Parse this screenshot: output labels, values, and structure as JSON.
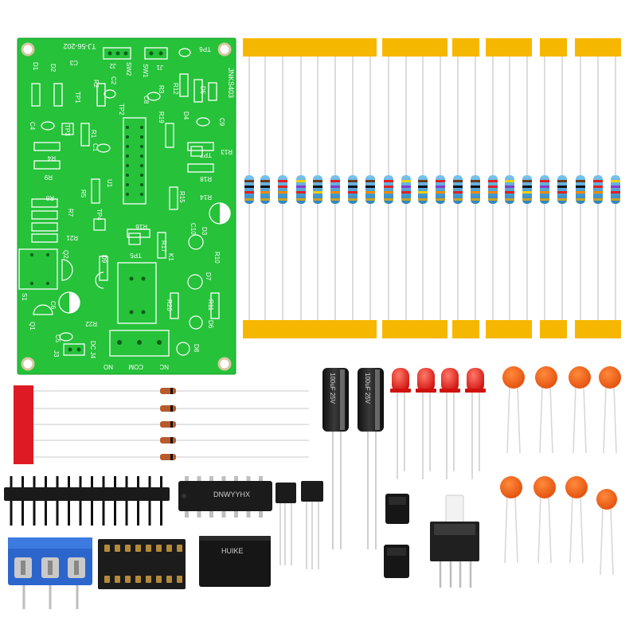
{
  "pcb": {
    "board_id": "TJ-56-202",
    "kit_code": "JNKS403",
    "labels": {
      "tp6": "TP6",
      "c3": "C3",
      "j2": "J2",
      "sw2": "SW2",
      "sw1": "SW1",
      "j1": "J1",
      "d1": "D1",
      "d2": "D2",
      "r2": "R2",
      "tp1": "TP1",
      "c2": "C2",
      "c8": "C8",
      "r3": "R3",
      "r12": "R12",
      "d5": "D5",
      "tp2": "TP2",
      "r19": "R19",
      "d4": "D4",
      "c9": "C9",
      "c4": "C4",
      "tp3": "TP3",
      "r1": "R1",
      "c1": "C1",
      "r13": "R13",
      "tp7": "TP7",
      "r4": "R4",
      "r18": "R18",
      "r9": "R9",
      "u1": "U1",
      "r14": "R14",
      "r8": "R8",
      "r5": "R5",
      "r15": "R15",
      "c10": "C10",
      "r7": "R7",
      "tp4": "TP4",
      "r16": "R16",
      "r21": "R21",
      "d3": "D3",
      "r17": "R17",
      "tp5": "TP5",
      "q2": "Q2",
      "d9": "D9",
      "k1": "K1",
      "r10": "R10",
      "s1": "S1",
      "d7": "D7",
      "c6": "C6",
      "r11": "R11",
      "r22": "R22",
      "r20": "R20",
      "q1": "Q1",
      "c5": "C5",
      "d6": "D6",
      "j3": "J3",
      "dc_j4": "DC J4",
      "d8": "D8",
      "no": "NO",
      "com": "COM",
      "nc": "NC"
    }
  },
  "components": {
    "ic_marking": "DNWYYHX",
    "relay_marking": "HUIKE",
    "capacitor_rating_1": "100uF 25V",
    "capacitor_rating_2": "100uF 25V"
  },
  "colors": {
    "pcb_green": "#27c23a",
    "tape_yellow": "#f7b500",
    "resistor_body": "#4aa3d6",
    "led_red": "#e8201e",
    "ceramic_cap": "#f2621c",
    "terminal_blue": "#2a63c9",
    "diode_tape": "#e01b26"
  }
}
